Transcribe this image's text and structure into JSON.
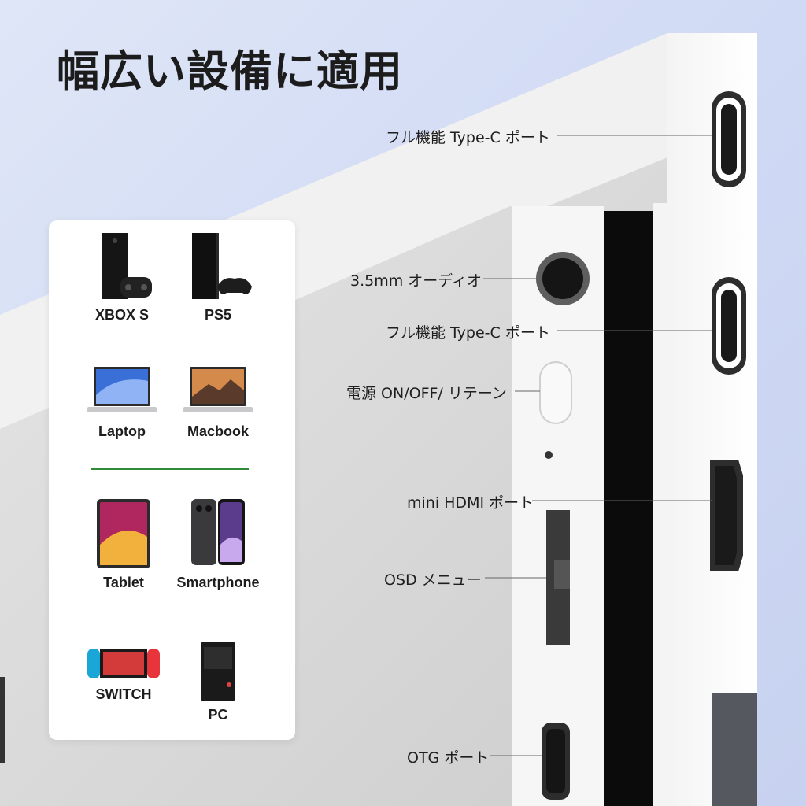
{
  "title": "幅広い設備に適用",
  "ports": {
    "typec_top": "フル機能 Type-C ポート",
    "audio": "3.5mm オーディオ",
    "typec_2": "フル機能 Type-C ポート",
    "power": "電源 ON/OFF/ リテーン",
    "hdmi": "mini HDMI ポート",
    "osd": "OSD メニュー",
    "otg": "OTG ポート"
  },
  "devices": [
    {
      "label": "XBOX S",
      "icon": "xbox-console-icon"
    },
    {
      "label": "PS5",
      "icon": "ps-console-icon"
    },
    {
      "label": "Laptop",
      "icon": "laptop-icon"
    },
    {
      "label": "Macbook",
      "icon": "macbook-icon"
    },
    {
      "label": "Tablet",
      "icon": "tablet-icon"
    },
    {
      "label": "Smartphone",
      "icon": "smartphone-icon"
    },
    {
      "label": "SWITCH",
      "icon": "switch-console-icon"
    },
    {
      "label": "PC",
      "icon": "pc-tower-icon"
    }
  ],
  "colors": {
    "divider": "#2f8a3a",
    "switch_blue": "#1aa7d8",
    "switch_red": "#e7353b"
  }
}
